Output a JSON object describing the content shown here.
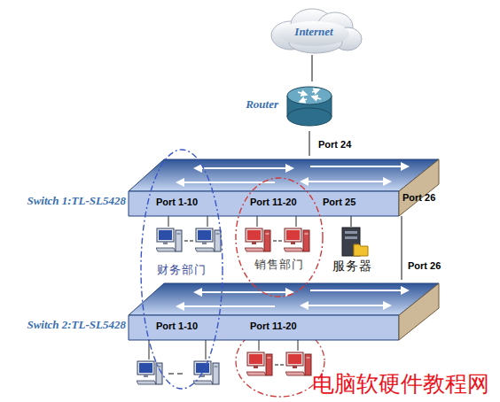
{
  "diagram": {
    "nodes": [
      {
        "text": [
          "Internet"
        ]
      },
      {
        "text": [
          "Router"
        ]
      },
      {
        "text": [
          "Switch 1:TL-SL5428"
        ]
      },
      {
        "text": [
          "Switch 2:TL-SL5428"
        ]
      },
      {
        "text": [
          "服务器"
        ]
      },
      {
        "text": [
          "财务部门"
        ]
      },
      {
        "text": [
          "销售部门"
        ]
      }
    ],
    "edges": [
      {
        "from": 0,
        "to": 1,
        "arrow": "none"
      },
      {
        "from": 1,
        "to": 2,
        "label": "Port 24",
        "arrow": "none"
      },
      {
        "from": 2,
        "to": 4,
        "arrow": "none"
      },
      {
        "from": 2,
        "to": 3,
        "arrow": "none"
      }
    ],
    "labels": [
      "Port 1-10",
      "Port 11-20",
      "Port 25",
      "Port 26",
      "Port 26",
      "Port 1-10",
      "Port 11-20",
      "电脑软硬件教程网"
    ]
  }
}
